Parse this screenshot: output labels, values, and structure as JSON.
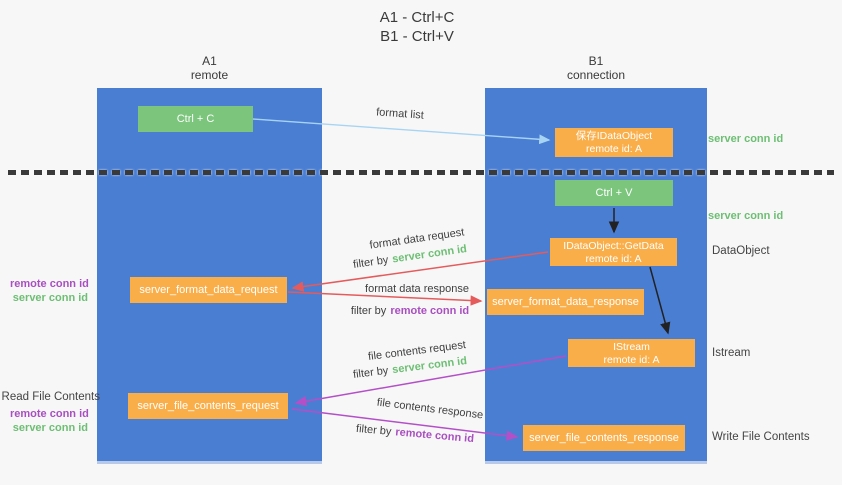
{
  "title": {
    "line1": "A1 - Ctrl+C",
    "line2": "B1 - Ctrl+V"
  },
  "columns": {
    "a1": {
      "name": "A1",
      "subtitle": "remote"
    },
    "b1": {
      "name": "B1",
      "subtitle": "connection"
    }
  },
  "boxes": {
    "ctrl_c": {
      "label": "Ctrl + C"
    },
    "ctrl_v": {
      "label": "Ctrl + V"
    },
    "save_dataobject": {
      "line1": "保存IDataObject",
      "line2": "remote id: A"
    },
    "getdata": {
      "line1": "IDataObject::GetData",
      "line2": "remote id: A"
    },
    "istream": {
      "line1": "IStream",
      "line2": "remote id: A"
    },
    "format_request": {
      "label": "server_format_data_request"
    },
    "format_response": {
      "label": "server_format_data_response"
    },
    "file_request": {
      "label": "server_file_contents_request"
    },
    "file_response": {
      "label": "server_file_contents_response"
    }
  },
  "arrow_labels": {
    "format_list": "format list",
    "format_data_request": "format data request",
    "format_data_response": "format data response",
    "file_contents_request": "file contents request",
    "file_contents_response": "file contents response",
    "filter_by": "filter by",
    "server_conn_id": "server conn id",
    "remote_conn_id": "remote conn id"
  },
  "side_labels": {
    "right_top_server_conn_id": "server conn id",
    "right_mid_server_conn_id": "server conn id",
    "right_dataobject": "DataObject",
    "right_istream": "Istream",
    "right_write_file": "Write File Contents",
    "left_remote_conn_id_top": "remote conn id",
    "left_server_conn_id_top": "server conn id",
    "left_read_file": "Read File Contents",
    "left_remote_conn_id_bottom": "remote conn id",
    "left_server_conn_id_bottom": "server conn id"
  },
  "colors": {
    "column_blue": "#4a7ed3",
    "box_green": "#7cc57d",
    "box_orange": "#f9ae4a",
    "arrow_light_blue": "#a8d4f3",
    "arrow_red": "#e55b5b",
    "arrow_purple": "#b44fc8",
    "arrow_black": "#222222",
    "text_green": "#6dbf73",
    "text_purple": "#a94fc0",
    "background": "#f7f7f8"
  }
}
